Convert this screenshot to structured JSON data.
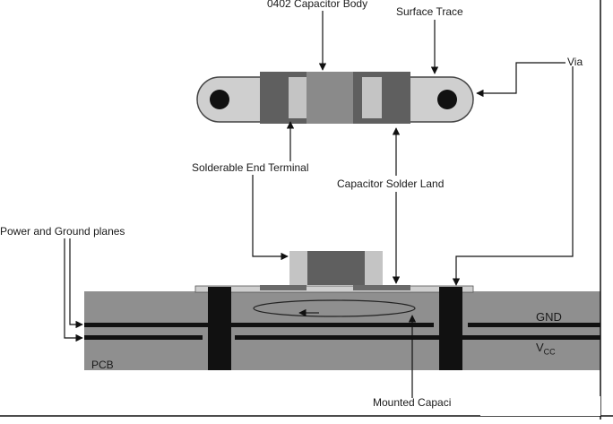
{
  "labels": {
    "capacitor_body": "0402 Capacitor Body",
    "surface_trace": "Surface Trace",
    "via": "Via",
    "solderable_end_terminal": "Solderable End Terminal",
    "capacitor_solder_land": "Capacitor Solder Land",
    "power_ground_planes": "Power and Ground planes",
    "gnd": "GND",
    "vcc_main": "V",
    "vcc_sub": "CC",
    "pcb": "PCB",
    "mounted_capacitor": "Mounted Capaci"
  },
  "colors": {
    "pcb_gray": "#8f8f8f",
    "trace_light": "#cfcfcf",
    "body_dark": "#5f5f5f",
    "terminal_light": "#bdbdbd",
    "plane_black": "#111111",
    "outline": "#444444"
  }
}
